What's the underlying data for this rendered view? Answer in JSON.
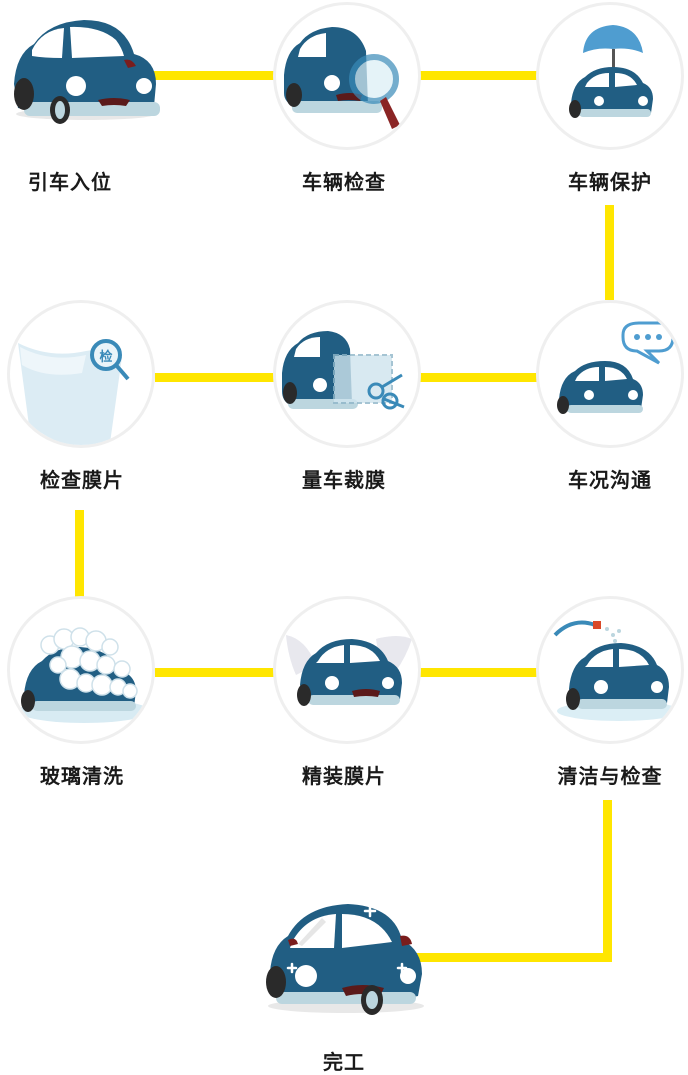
{
  "steps": [
    {
      "label": "引车入位",
      "icon": "car-parking-icon"
    },
    {
      "label": "车辆检查",
      "icon": "car-inspection-magnifier-icon"
    },
    {
      "label": "车辆保护",
      "icon": "car-umbrella-protection-icon"
    },
    {
      "label": "车况沟通",
      "icon": "car-chat-bubble-icon"
    },
    {
      "label": "量车裁膜",
      "icon": "car-film-scissors-icon"
    },
    {
      "label": "检查膜片",
      "icon": "film-sheet-inspect-icon"
    },
    {
      "label": "玻璃清洗",
      "icon": "car-foam-wash-icon"
    },
    {
      "label": "精装膜片",
      "icon": "car-film-install-icon"
    },
    {
      "label": "清洁与检查",
      "icon": "car-water-spray-icon"
    },
    {
      "label": "完工",
      "icon": "car-sparkle-finished-icon"
    }
  ],
  "colors": {
    "connector": "#ffe600",
    "car_body": "#215e83",
    "car_window": "#ffffff",
    "node_border": "#efefef"
  }
}
